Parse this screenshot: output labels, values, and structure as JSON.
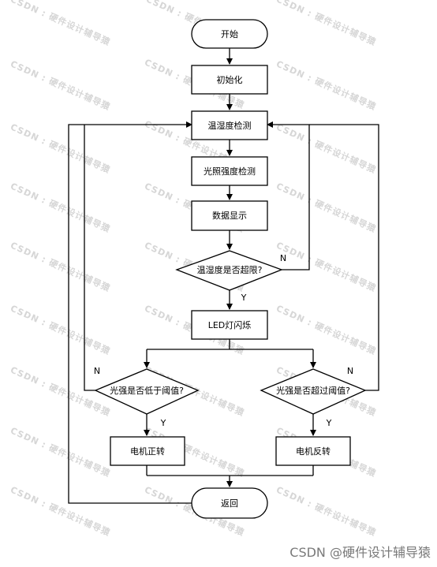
{
  "flowchart": {
    "nodes": {
      "start": "开始",
      "init": "初始化",
      "temp_humidity_detect": "温湿度检测",
      "light_detect": "光照强度检测",
      "data_display": "数据显示",
      "over_limit_decision": "温湿度是否超限?",
      "led_blink": "LED灯闪烁",
      "low_threshold_decision": "光强是否低于阈值?",
      "high_threshold_decision": "光强是否超过阈值?",
      "motor_forward": "电机正转",
      "motor_reverse": "电机反转",
      "return": "返回"
    },
    "labels": {
      "over_limit_no": "N",
      "over_limit_yes": "Y",
      "low_no": "N",
      "low_yes": "Y",
      "high_no": "N",
      "high_yes": "Y"
    }
  },
  "watermark": "CSDN : 硬件设计辅导猿",
  "attribution": "CSDN @硬件设计辅导猿"
}
